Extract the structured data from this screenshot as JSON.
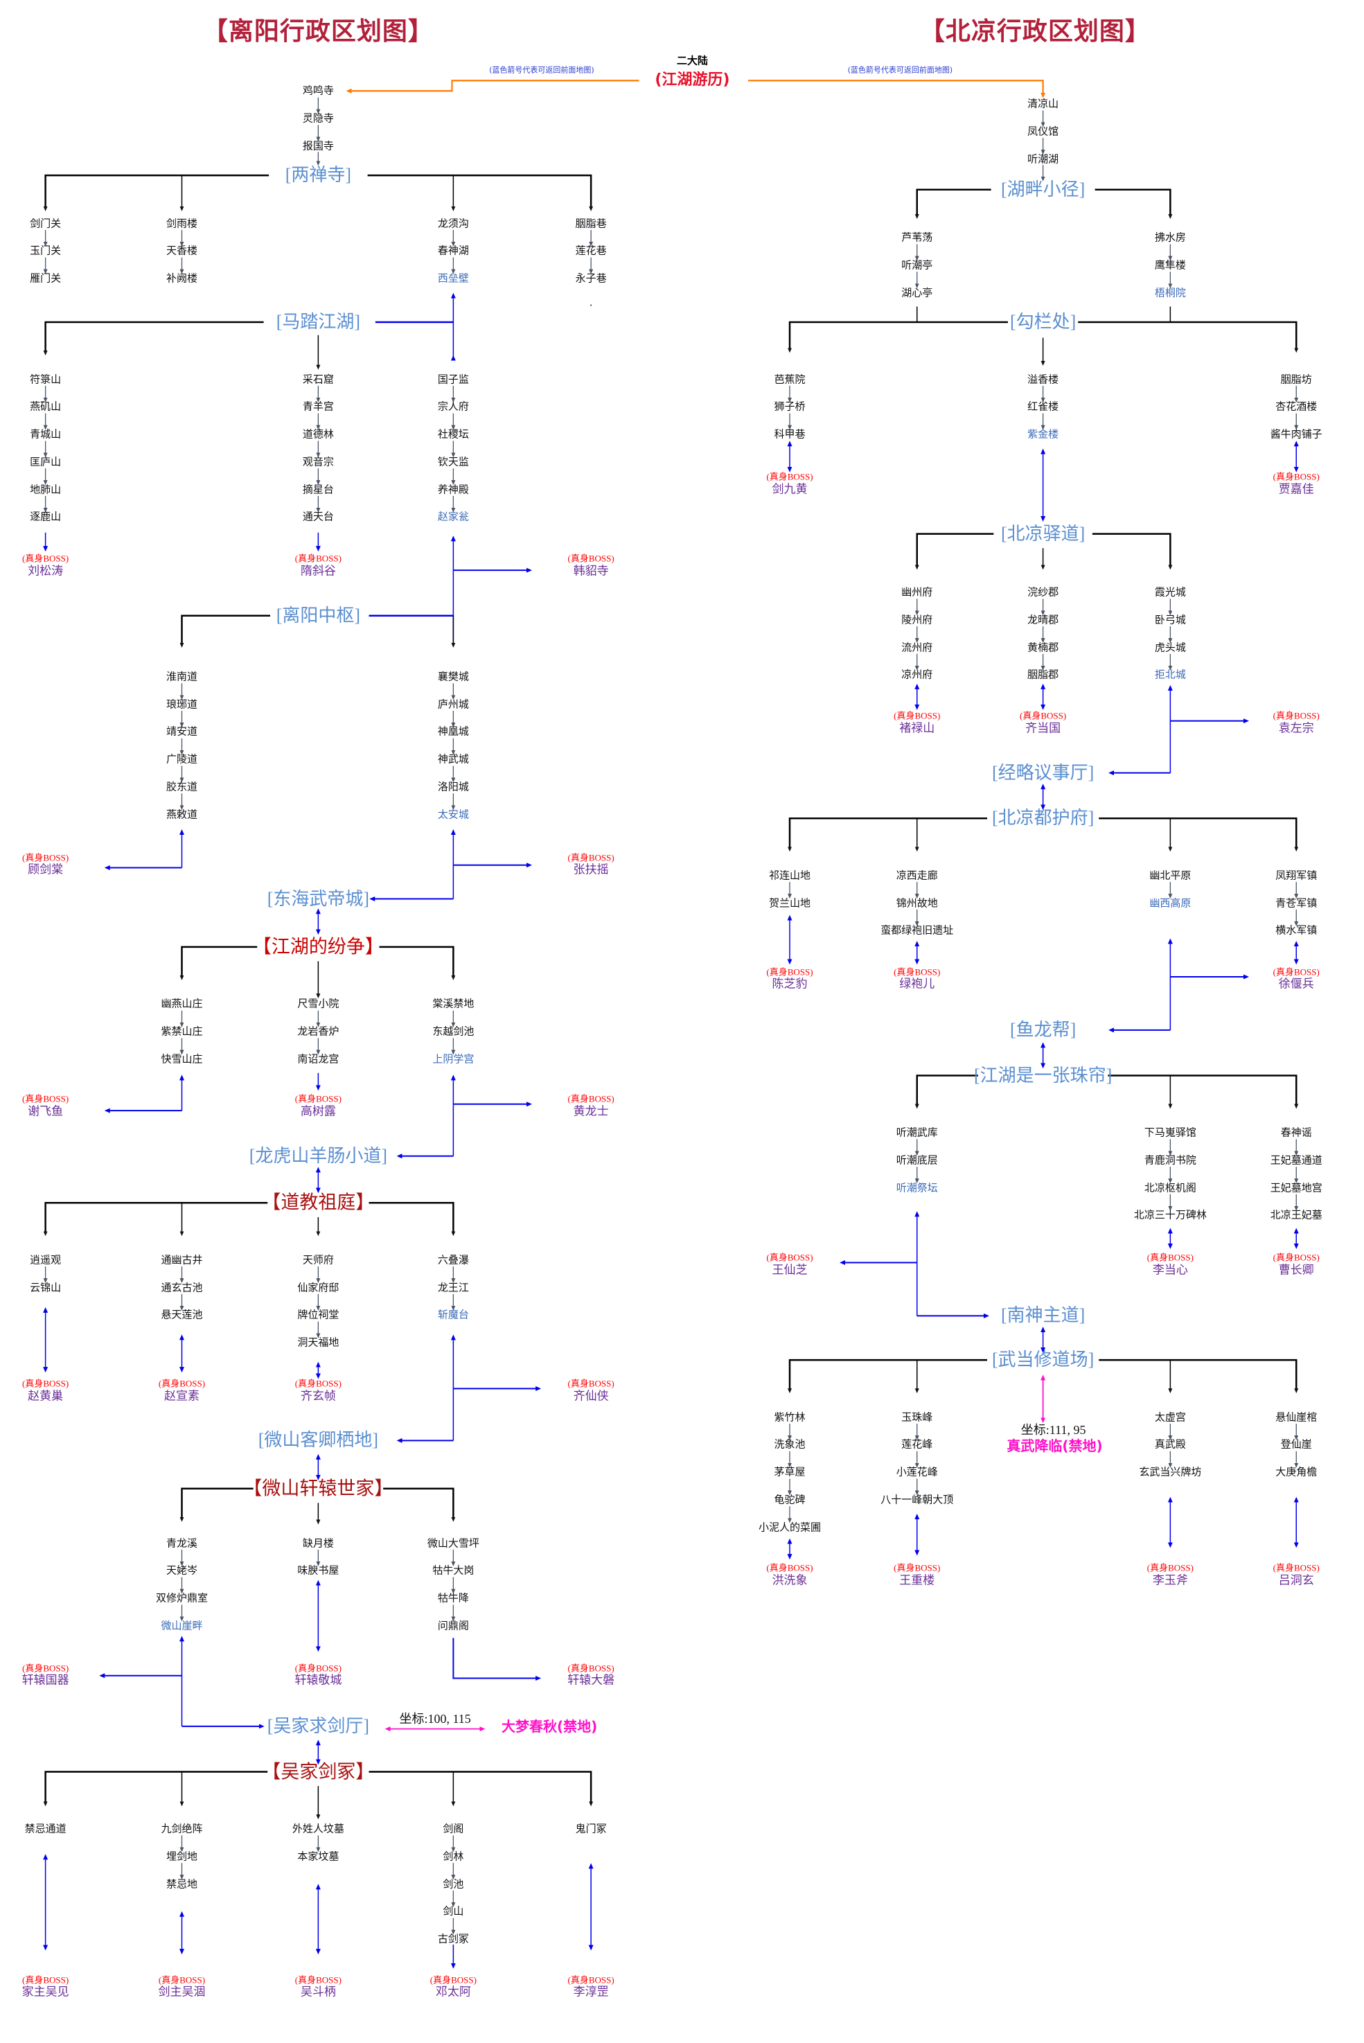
{
  "header": {
    "left_title": "【离阳行政区划图】",
    "right_title": "【北凉行政区划图】",
    "continent": "二大陆",
    "start": "(江湖游历)",
    "note_left": "(蓝色箭号代表可返回前面地图)",
    "note_right": "(蓝色箭号代表可返回前面地图)"
  },
  "boss_tag": "(真身BOSS)",
  "colors": {
    "title": "#b3203a",
    "hub": "#5b8fd0",
    "major": "#cc0000",
    "location": "#111111",
    "terminal_location": "#3a6ab8",
    "boss_tag": "#ff0000",
    "boss_name": "#6a2f98",
    "return_arrow": "#0000ee",
    "start_arrow": "#ff7a00",
    "forbidden": "#ff10c8"
  },
  "liyang": {
    "intro": [
      "鸡鸣寺",
      "灵隐寺",
      "报国寺"
    ],
    "liangchansi": {
      "hub": "[两禅寺]",
      "branches": [
        [
          "剑门关",
          "玉门关",
          "雁门关"
        ],
        [
          "剑雨楼",
          "天香楼",
          "补阙楼"
        ],
        [
          "龙须沟",
          "春神湖",
          "西垒壁"
        ],
        [
          "胭脂巷",
          "莲花巷",
          "永子巷"
        ]
      ]
    },
    "matajianghu": {
      "hub": "[马踏江湖]",
      "branches": [
        [
          "符箓山",
          "燕矶山",
          "青城山",
          "匡庐山",
          "地肺山",
          "逐鹿山"
        ],
        [
          "采石窟",
          "青羊宫",
          "道德林",
          "观音宗",
          "摘星台",
          "通天台"
        ],
        [
          "国子监",
          "宗人府",
          "社稷坛",
          "钦天监",
          "养神殿",
          "赵家瓮"
        ]
      ],
      "bosses": [
        "刘松涛",
        "隋斜谷",
        "韩貂寺"
      ]
    },
    "liyangzhongshu": {
      "hub": "[离阳中枢]",
      "branches": [
        [
          "淮南道",
          "琅琊道",
          "靖安道",
          "广陵道",
          "胶东道",
          "燕敕道"
        ],
        [
          "襄樊城",
          "庐州城",
          "神凰城",
          "神武城",
          "洛阳城",
          "太安城"
        ]
      ],
      "bosses": [
        "顾剑棠",
        "张扶摇"
      ]
    },
    "donghai": {
      "hub": "[东海武帝城]"
    },
    "jianghudefenzheng": {
      "hub": "【江湖的纷争】",
      "branches": [
        [
          "幽燕山庄",
          "紫禁山庄",
          "快雪山庄"
        ],
        [
          "尺雪小院",
          "龙岩香炉",
          "南诏龙宫"
        ],
        [
          "棠溪禁地",
          "东越剑池",
          "上阴学宫"
        ]
      ],
      "bosses": [
        "谢飞鱼",
        "高树露",
        "黄龙士"
      ]
    },
    "longhushan": {
      "hub": "[龙虎山羊肠小道]"
    },
    "daojiaoziting": {
      "hub": "【道教祖庭】",
      "branches": [
        [
          "逍遥观",
          "云锦山"
        ],
        [
          "通幽古井",
          "通玄古池",
          "悬天莲池"
        ],
        [
          "天师府",
          "仙家府邸",
          "牌位祠堂",
          "洞天福地"
        ],
        [
          "六叠瀑",
          "龙王江",
          "斩魔台"
        ]
      ],
      "bosses": [
        "赵黄巢",
        "赵宣素",
        "齐玄帧",
        "齐仙侠"
      ]
    },
    "weishankeqing": {
      "hub": "[微山客卿栖地]"
    },
    "xuanyuan": {
      "hub": "【微山轩辕世家】",
      "branches": [
        [
          "青龙溪",
          "天姥岑",
          "双修炉鼎室",
          "微山崖畔"
        ],
        [
          "缺月楼",
          "味腴书屋"
        ],
        [
          "微山大雪坪",
          "牯牛大岗",
          "牯牛降",
          "问鼎阁"
        ]
      ],
      "bosses": [
        "轩辕国器",
        "轩辕敬城",
        "轩辕大磐"
      ]
    },
    "wujiaqiujianting": {
      "hub": "[吴家求剑厅]",
      "coord": "坐标:100, 115",
      "forbidden": "大梦春秋(禁地)"
    },
    "wujiajianzhong": {
      "hub": "【吴家剑冢】",
      "branches": [
        [
          "禁忌通道"
        ],
        [
          "九剑绝阵",
          "埋剑地",
          "禁忌地"
        ],
        [
          "外姓人坟墓",
          "本家坟墓"
        ],
        [
          "剑阁",
          "剑林",
          "剑池",
          "剑山",
          "古剑冢"
        ],
        [
          "鬼门冢"
        ]
      ],
      "bosses": [
        "家主吴见",
        "剑主吴涸",
        "吴斗柄",
        "邓太阿",
        "李淳罡"
      ]
    }
  },
  "beiliang": {
    "intro": [
      "清凉山",
      "凤仪馆",
      "听潮湖"
    ],
    "hupanxiaojing": {
      "hub": "[湖畔小径]",
      "branches": [
        [
          "芦苇荡",
          "听潮亭",
          "湖心亭"
        ],
        [
          "拂水房",
          "鹰隼楼",
          "梧桐院"
        ]
      ]
    },
    "goulanchu": {
      "hub": "[勾栏处]",
      "branches": [
        [
          "芭蕉院",
          "狮子桥",
          "科甲巷"
        ],
        [
          "溢香楼",
          "红雀楼",
          "紫金楼"
        ],
        [
          "胭脂坊",
          "杏花酒楼",
          "酱牛肉铺子"
        ]
      ],
      "bosses": [
        "剑九黄",
        "贾嘉佳"
      ]
    },
    "beiliangyidao": {
      "hub": "[北凉驿道]",
      "branches": [
        [
          "幽州府",
          "陵州府",
          "流州府",
          "凉州府"
        ],
        [
          "浣纱郡",
          "龙晴郡",
          "黄楠郡",
          "胭脂郡"
        ],
        [
          "霞光城",
          "卧弓城",
          "虎头城",
          "拒北城"
        ]
      ],
      "bosses": [
        "褚禄山",
        "齐当国",
        "袁左宗"
      ]
    },
    "jinglueyishiting": {
      "hub": "[经略议事厅]"
    },
    "duhufu": {
      "hub": "[北凉都护府]",
      "branches": [
        [
          "祁连山地",
          "贺兰山地"
        ],
        [
          "凉西走廊",
          "锦州故地",
          "蛮都绿袍旧遗址"
        ],
        [
          "幽北平原",
          "幽西高原"
        ],
        [
          "凤翔军镇",
          "青苍军镇",
          "横水军镇"
        ]
      ],
      "bosses": [
        "陈芝豹",
        "绿袍儿",
        "徐偃兵"
      ]
    },
    "yulongbang": {
      "hub": "[鱼龙帮]"
    },
    "zhulian": {
      "hub": "[江湖是一张珠帘]",
      "branches": [
        [
          "听潮武库",
          "听潮底层",
          "听潮祭坛"
        ],
        [
          "下马嵬驿馆",
          "青鹿洞书院",
          "北凉枢机阁",
          "北凉三十万碑林"
        ],
        [
          "春神谣",
          "王妃墓通道",
          "王妃墓地宫",
          "北凉王妃墓"
        ]
      ],
      "bosses": [
        "王仙芝",
        "李当心",
        "曹长卿"
      ]
    },
    "nanshen": {
      "hub": "[南神主道]"
    },
    "wudang": {
      "hub": "[武当修道场]",
      "coord": "坐标:111, 95",
      "forbidden": "真武降临(禁地)",
      "branches": [
        [
          "紫竹林",
          "洗象池",
          "茅草屋",
          "龟驼碑",
          "小泥人的菜圃"
        ],
        [
          "玉珠峰",
          "莲花峰",
          "小莲花峰",
          "八十一峰朝大顶"
        ],
        [
          "太虚宫",
          "真武殿",
          "玄武当兴牌坊"
        ],
        [
          "悬仙崖棺",
          "登仙崖",
          "大庚角檐"
        ]
      ],
      "bosses": [
        "洪洗象",
        "王重楼",
        "李玉斧",
        "吕洞玄"
      ]
    }
  }
}
